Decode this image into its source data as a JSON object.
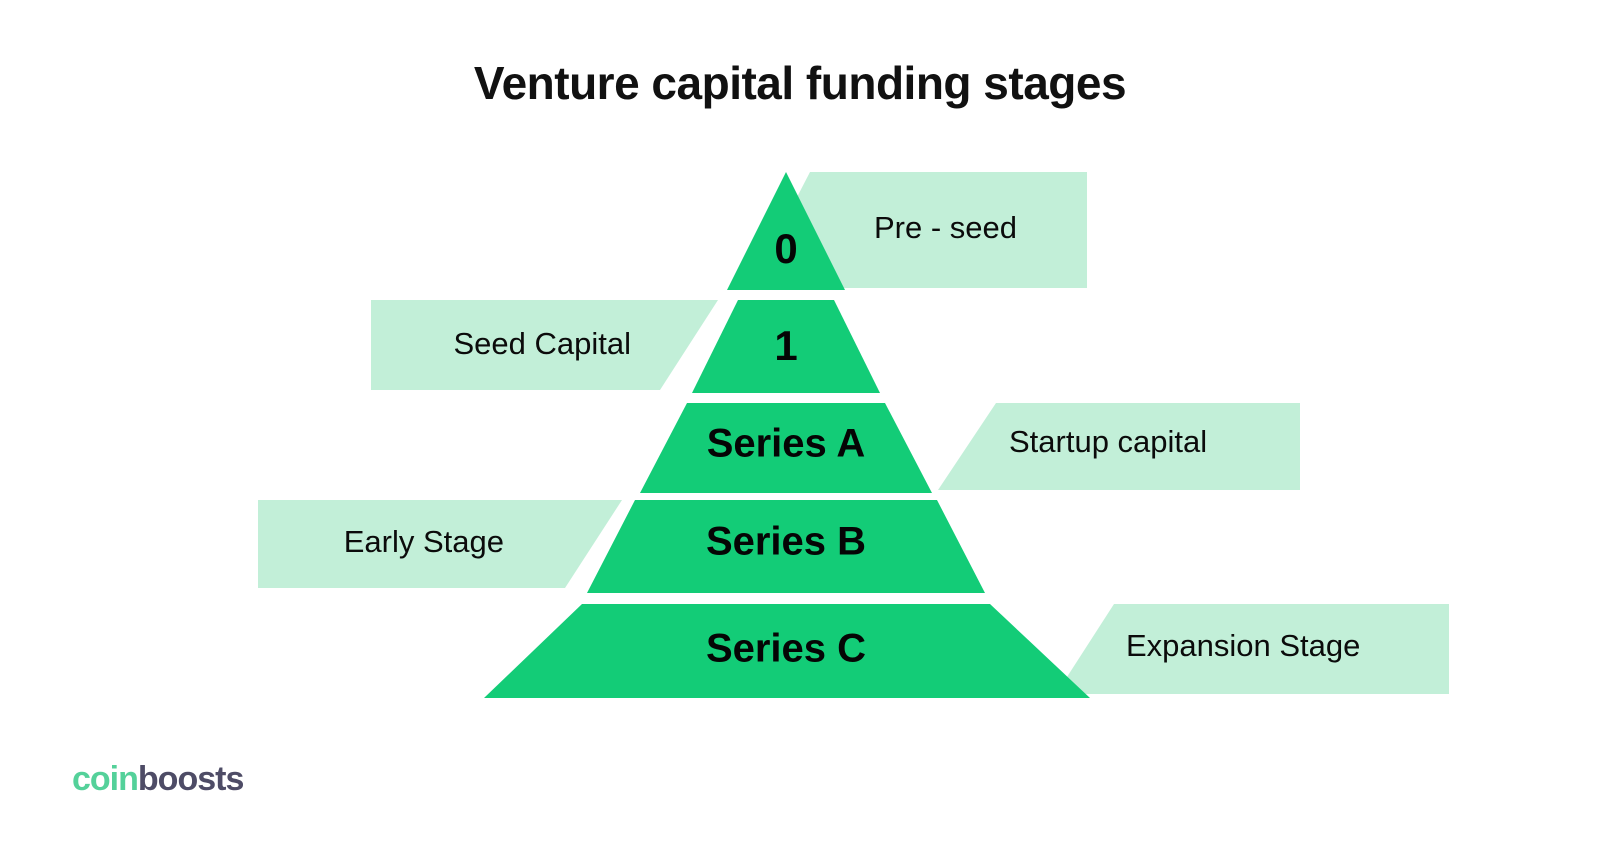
{
  "title": "Venture capital funding stages",
  "colors": {
    "pyramid_green": "#13cc77",
    "callout_mint": "#c2efd8",
    "background": "#ffffff",
    "text_dark": "#050505",
    "logo_green": "#54d19a",
    "logo_dark": "#4e4c66"
  },
  "logo": {
    "part1": "coin",
    "part2": "boosts"
  },
  "chart_data": {
    "type": "pyramid",
    "title": "Venture capital funding stages",
    "orientation": "apex-top",
    "level_count": 5,
    "levels": [
      {
        "index": 0,
        "tier_label": "0",
        "callout": "Pre - seed",
        "callout_side": "right"
      },
      {
        "index": 1,
        "tier_label": "1",
        "callout": "Seed Capital",
        "callout_side": "left"
      },
      {
        "index": 2,
        "tier_label": "Series A",
        "callout": "Startup capital",
        "callout_side": "right"
      },
      {
        "index": 3,
        "tier_label": "Series B",
        "callout": "Early Stage",
        "callout_side": "left"
      },
      {
        "index": 4,
        "tier_label": "Series C",
        "callout": "Expansion Stage",
        "callout_side": "right"
      }
    ]
  }
}
